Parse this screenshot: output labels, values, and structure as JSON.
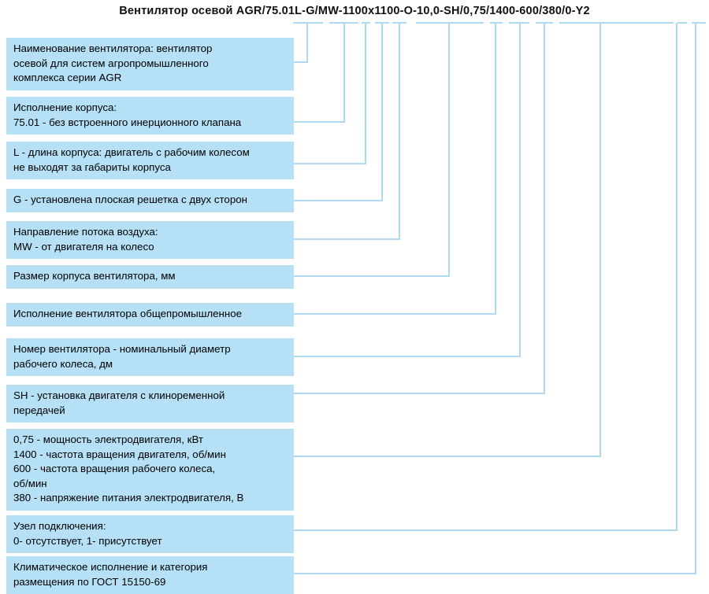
{
  "title": {
    "text": "Вентилятор осевой AGR/75.01L-G/MW-1100x1100-O-10,0-SH/0,75/1400-600/380/0-Y2"
  },
  "diagram": {
    "type": "callout-legend",
    "box_fill_color": "#b5e0f5",
    "leader_line_color": "#aed9f0",
    "text_color": "#000000",
    "background_color": "#ffffff"
  },
  "callouts": [
    {
      "id": "name",
      "code_segment": "AGR",
      "lines": [
        "Наименование вентилятора: вентилятор",
        "осевой для систем агропромышленного",
        "комплекса серии AGR"
      ]
    },
    {
      "id": "housing-version",
      "code_segment": "75.01",
      "lines": [
        "Исполнение корпуса:",
        "75.01 - без встроенного инерционного клапана"
      ]
    },
    {
      "id": "housing-length",
      "code_segment": "L",
      "lines": [
        "L - длина корпуса: двигатель с рабочим колесом",
        "не выходят за габариты корпуса"
      ]
    },
    {
      "id": "grille",
      "code_segment": "G",
      "lines": [
        "G - установлена плоская решетка с двух сторон"
      ]
    },
    {
      "id": "airflow-direction",
      "code_segment": "MW",
      "lines": [
        "Направление потока воздуха:",
        "MW - от двигателя на колесо"
      ]
    },
    {
      "id": "housing-size",
      "code_segment": "1100x1100",
      "lines": [
        "Размер корпуса вентилятора, мм"
      ]
    },
    {
      "id": "general-industrial",
      "code_segment": "O",
      "lines": [
        "Исполнение вентилятора общепромышленное"
      ]
    },
    {
      "id": "fan-number",
      "code_segment": "10,0",
      "lines": [
        "Номер вентилятора - номинальный диаметр",
        "рабочего колеса, дм"
      ]
    },
    {
      "id": "drive-type",
      "code_segment": "SH",
      "lines": [
        "SH - установка двигателя с клиноременной",
        "передачей"
      ]
    },
    {
      "id": "motor-params",
      "code_segment": "0,75/1400-600/380",
      "lines": [
        "0,75 - мощность электродвигателя, кВт",
        "1400 - частота вращения двигателя, об/мин",
        "600 - частота вращения рабочего колеса,",
        "об/мин",
        "380 - напряжение питания электродвигателя, В"
      ]
    },
    {
      "id": "connection-unit",
      "code_segment": "0",
      "lines": [
        "Узел подключения:",
        "0- отсутствует, 1- присутствует"
      ]
    },
    {
      "id": "climate",
      "code_segment": "Y2",
      "lines": [
        "Климатическое исполнение и категория",
        "размещения по ГОСТ 15150-69"
      ]
    }
  ]
}
